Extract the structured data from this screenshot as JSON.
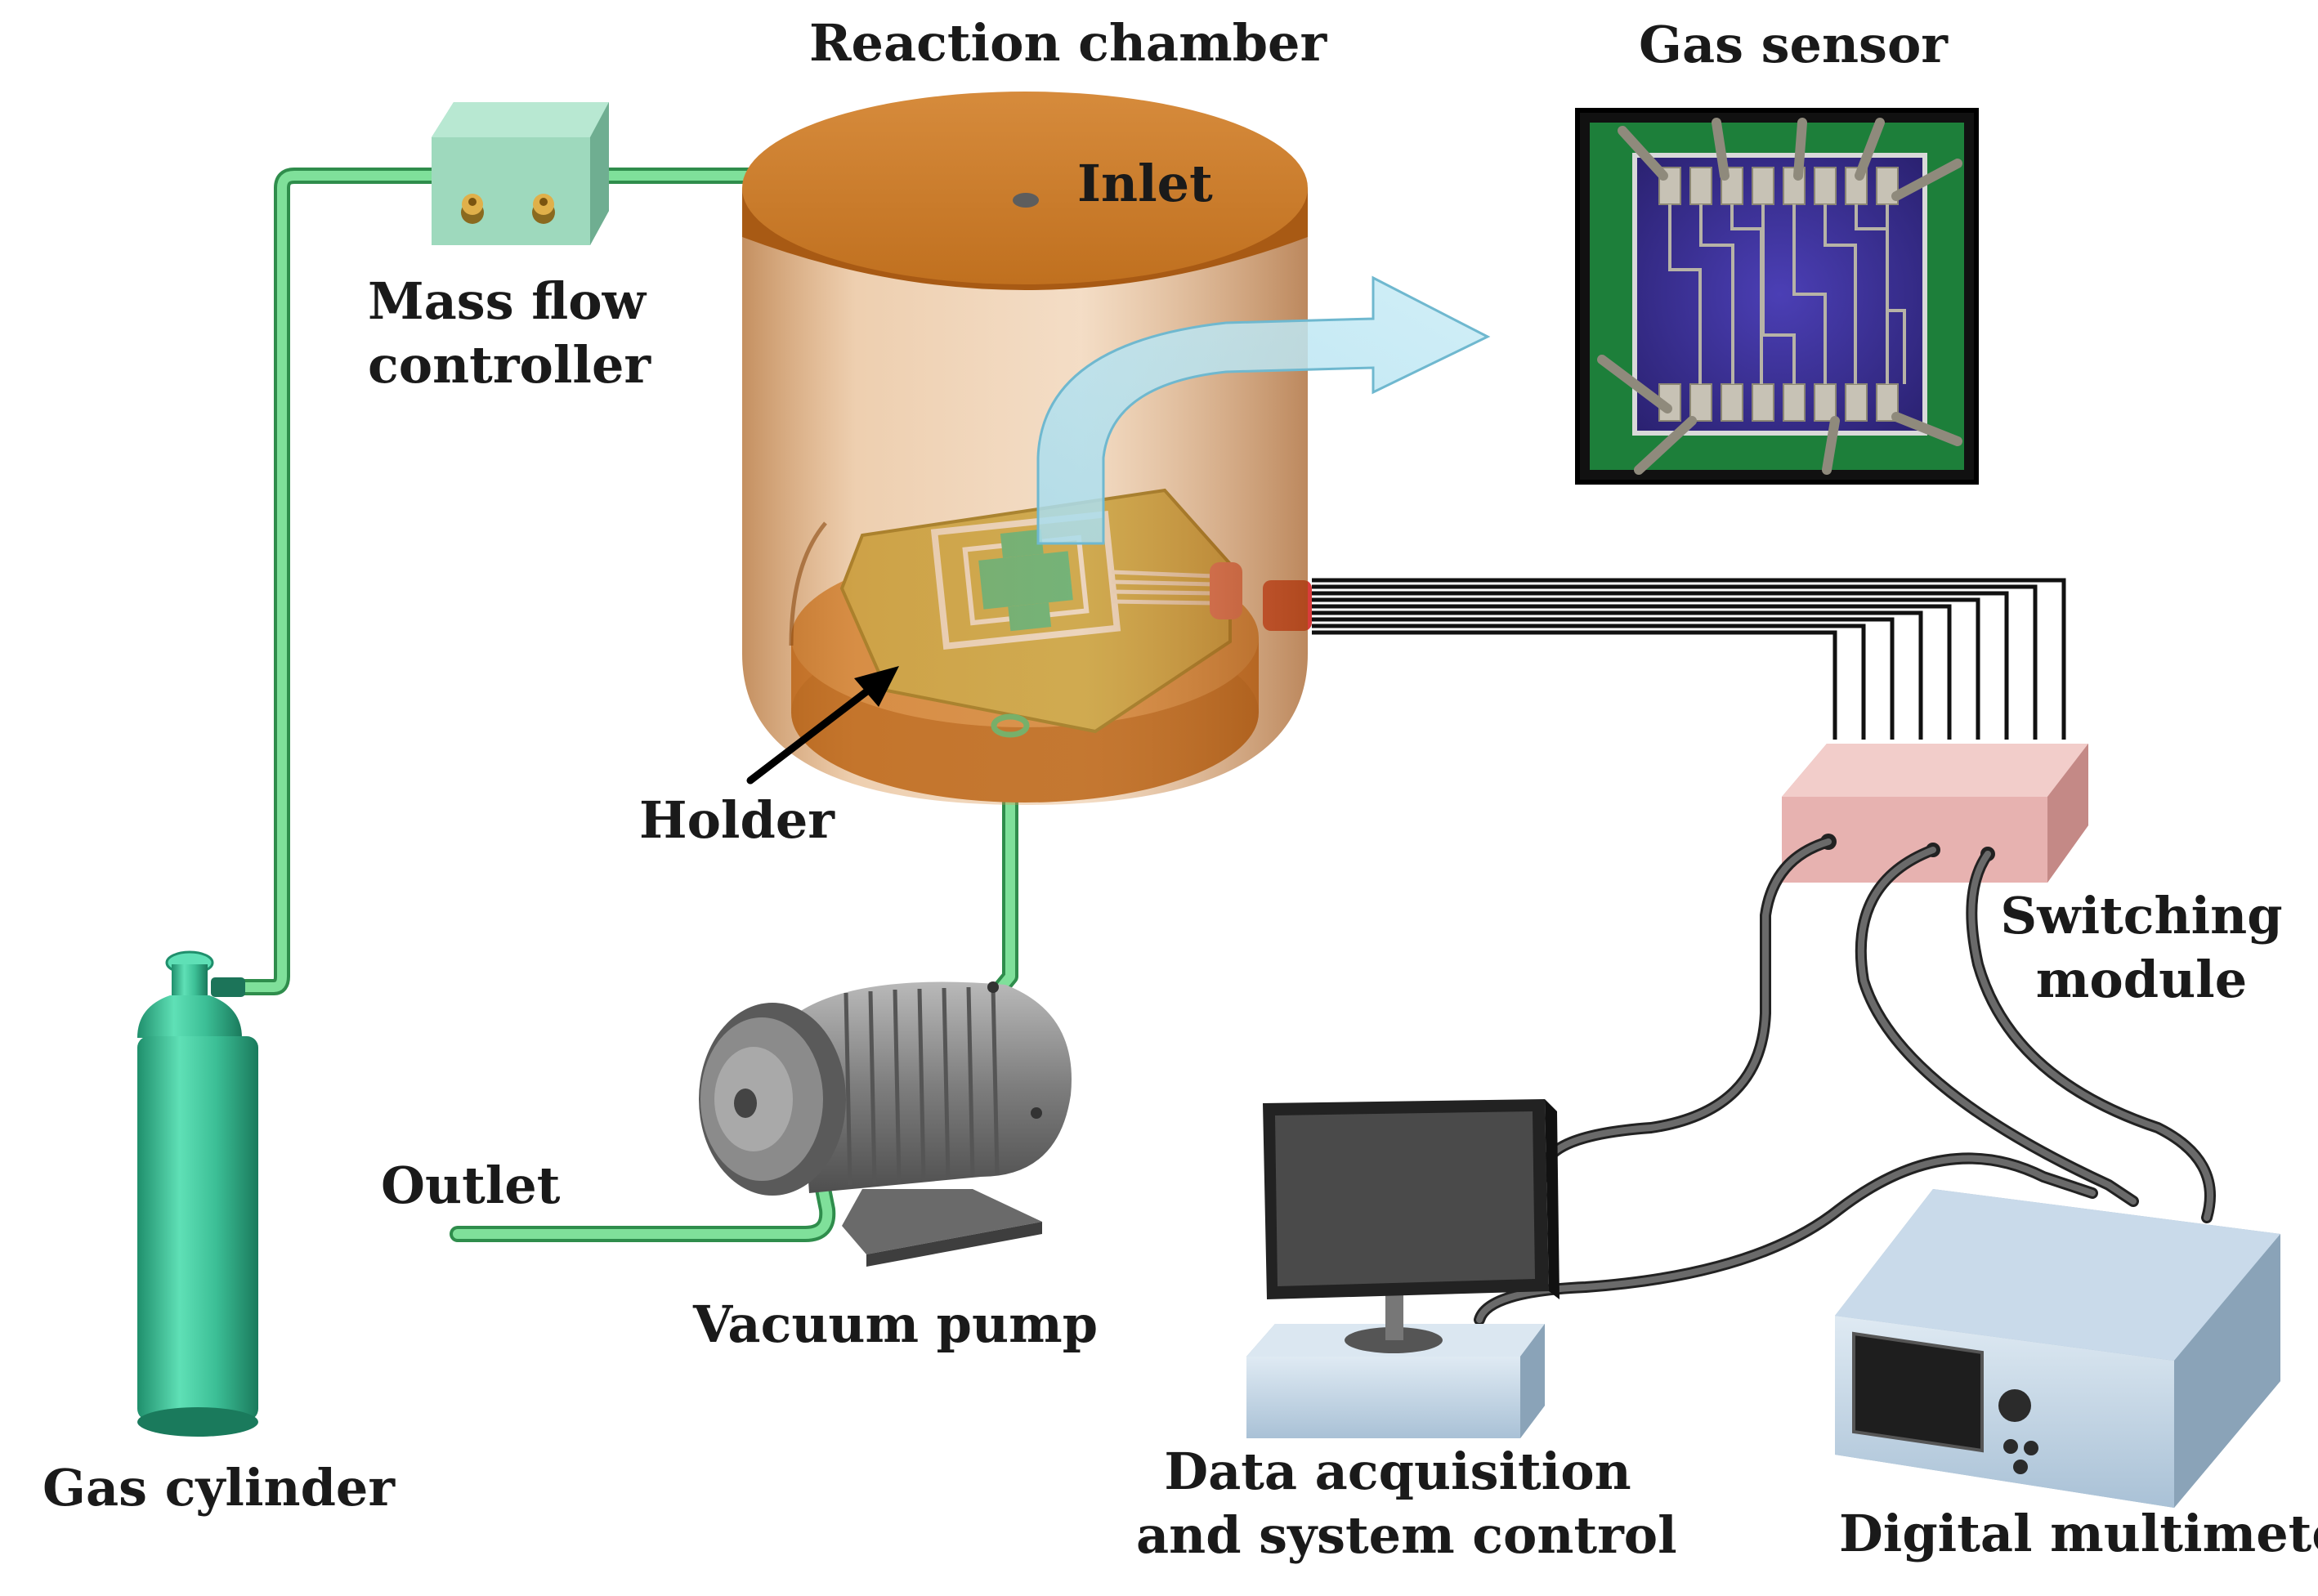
{
  "labels": {
    "reaction_chamber": "Reaction chamber",
    "gas_sensor": "Gas sensor",
    "inlet": "Inlet",
    "mass_flow_line1": "Mass flow",
    "mass_flow_line2": "controller",
    "holder": "Holder",
    "outlet": "Outlet",
    "vacuum_pump": "Vacuum pump",
    "gas_cylinder": "Gas cylinder",
    "switching_line1": "Switching",
    "switching_line2": "module",
    "daq_line1": "Data acquisition",
    "daq_line2": "and system control",
    "multimeter": "Digital multimeter"
  },
  "colors": {
    "tubing": "#6fd38a",
    "cylinder": "#3cbf96",
    "chamber_copper": "#c8762a",
    "sensor_substrate": "#3c2f9e",
    "holder_plate": "#c9b34e",
    "switch_box": "#e7b2b0",
    "equipment_blue": "#b9cfe0",
    "pump_gray": "#8a8a8a",
    "cable_black": "#111111"
  }
}
